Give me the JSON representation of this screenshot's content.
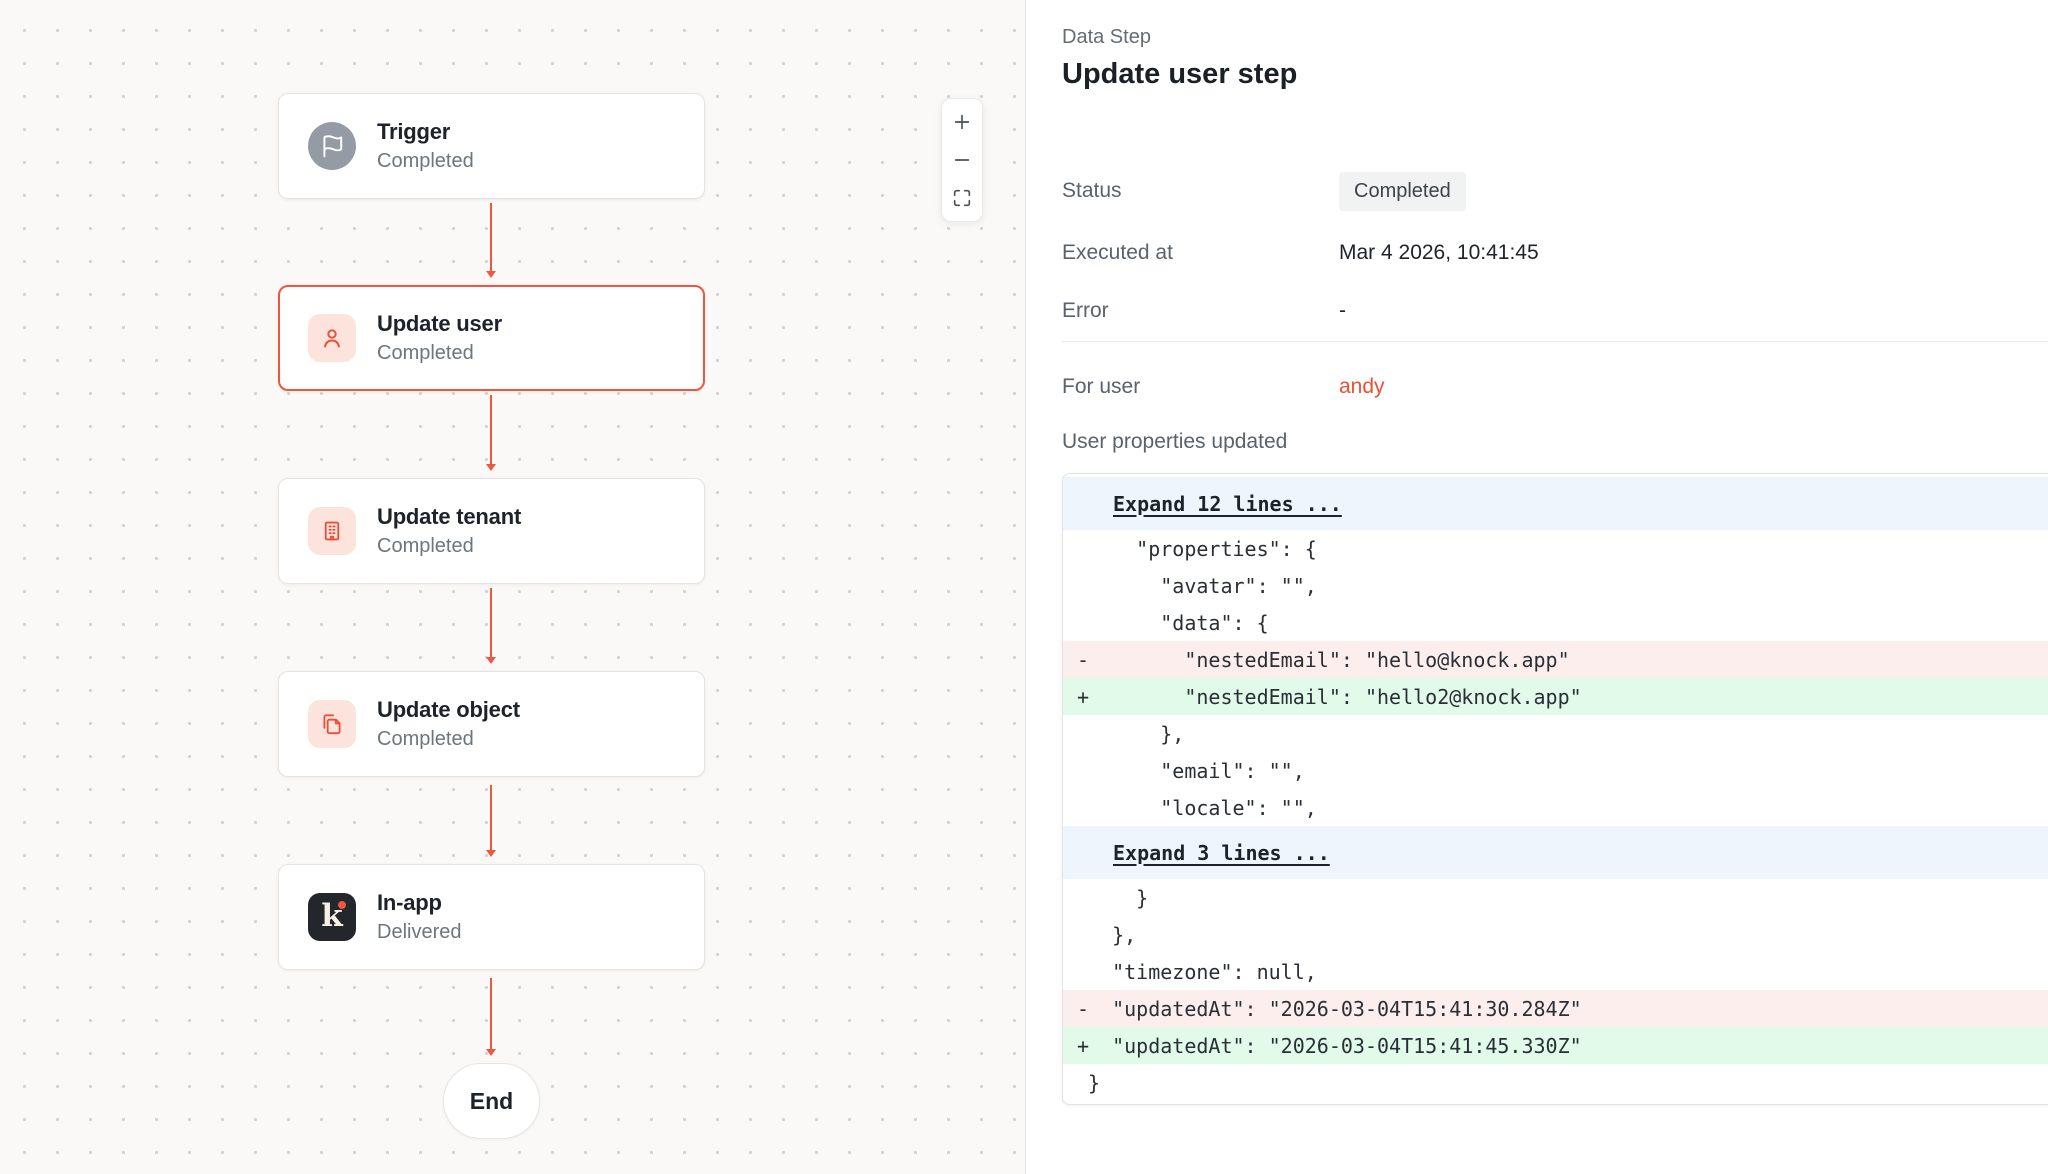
{
  "canvas": {
    "nodes": [
      {
        "title": "Trigger",
        "status": "Completed",
        "icon": "flag-icon",
        "tile": "gray-circle",
        "selected": false
      },
      {
        "title": "Update user",
        "status": "Completed",
        "icon": "user-icon",
        "tile": "red-tile",
        "selected": true
      },
      {
        "title": "Update tenant",
        "status": "Completed",
        "icon": "building-icon",
        "tile": "red-tile",
        "selected": false
      },
      {
        "title": "Update object",
        "status": "Completed",
        "icon": "copy-icon",
        "tile": "red-tile",
        "selected": false
      },
      {
        "title": "In-app",
        "status": "Delivered",
        "icon": "knock-logo-icon",
        "tile": "dark-tile",
        "selected": false
      }
    ],
    "end_label": "End",
    "knock_letter": "k"
  },
  "panel": {
    "kicker": "Data Step",
    "title": "Update user step",
    "status_row": {
      "label": "Status",
      "value": "Completed"
    },
    "executed_row": {
      "label": "Executed at",
      "value": "Mar 4 2026, 10:41:45"
    },
    "error_row": {
      "label": "Error",
      "value": "-"
    },
    "for_user_row": {
      "label": "For user",
      "value": "andy"
    },
    "props_label": "User properties updated",
    "diff": {
      "rows": [
        {
          "kind": "expand",
          "text": "Expand 12 lines ..."
        },
        {
          "kind": "ctx",
          "sign": "",
          "text": "    \"properties\": {"
        },
        {
          "kind": "ctx",
          "sign": "",
          "text": "      \"avatar\": \"\","
        },
        {
          "kind": "ctx",
          "sign": "",
          "text": "      \"data\": {"
        },
        {
          "kind": "del",
          "sign": "-",
          "text": "        \"nestedEmail\": \"hello@knock.app\""
        },
        {
          "kind": "add",
          "sign": "+",
          "text": "        \"nestedEmail\": \"hello2@knock.app\""
        },
        {
          "kind": "ctx",
          "sign": "",
          "text": "      },"
        },
        {
          "kind": "ctx",
          "sign": "",
          "text": "      \"email\": \"\","
        },
        {
          "kind": "ctx",
          "sign": "",
          "text": "      \"locale\": \"\","
        },
        {
          "kind": "expand",
          "text": "Expand 3 lines ..."
        },
        {
          "kind": "ctx",
          "sign": "",
          "text": "    }"
        },
        {
          "kind": "ctx",
          "sign": "",
          "text": "  },"
        },
        {
          "kind": "ctx",
          "sign": "",
          "text": "  \"timezone\": null,"
        },
        {
          "kind": "del",
          "sign": "-",
          "text": "  \"updatedAt\": \"2026-03-04T15:41:30.284Z\""
        },
        {
          "kind": "add",
          "sign": "+",
          "text": "  \"updatedAt\": \"2026-03-04T15:41:45.330Z\""
        },
        {
          "kind": "ctx",
          "sign": "",
          "text": "}"
        }
      ]
    }
  },
  "colors": {
    "accent": "#ed5640",
    "diff_del_bg": "#fdeeee",
    "diff_add_bg": "#e1fae9",
    "expand_bg": "#eff5fc"
  }
}
